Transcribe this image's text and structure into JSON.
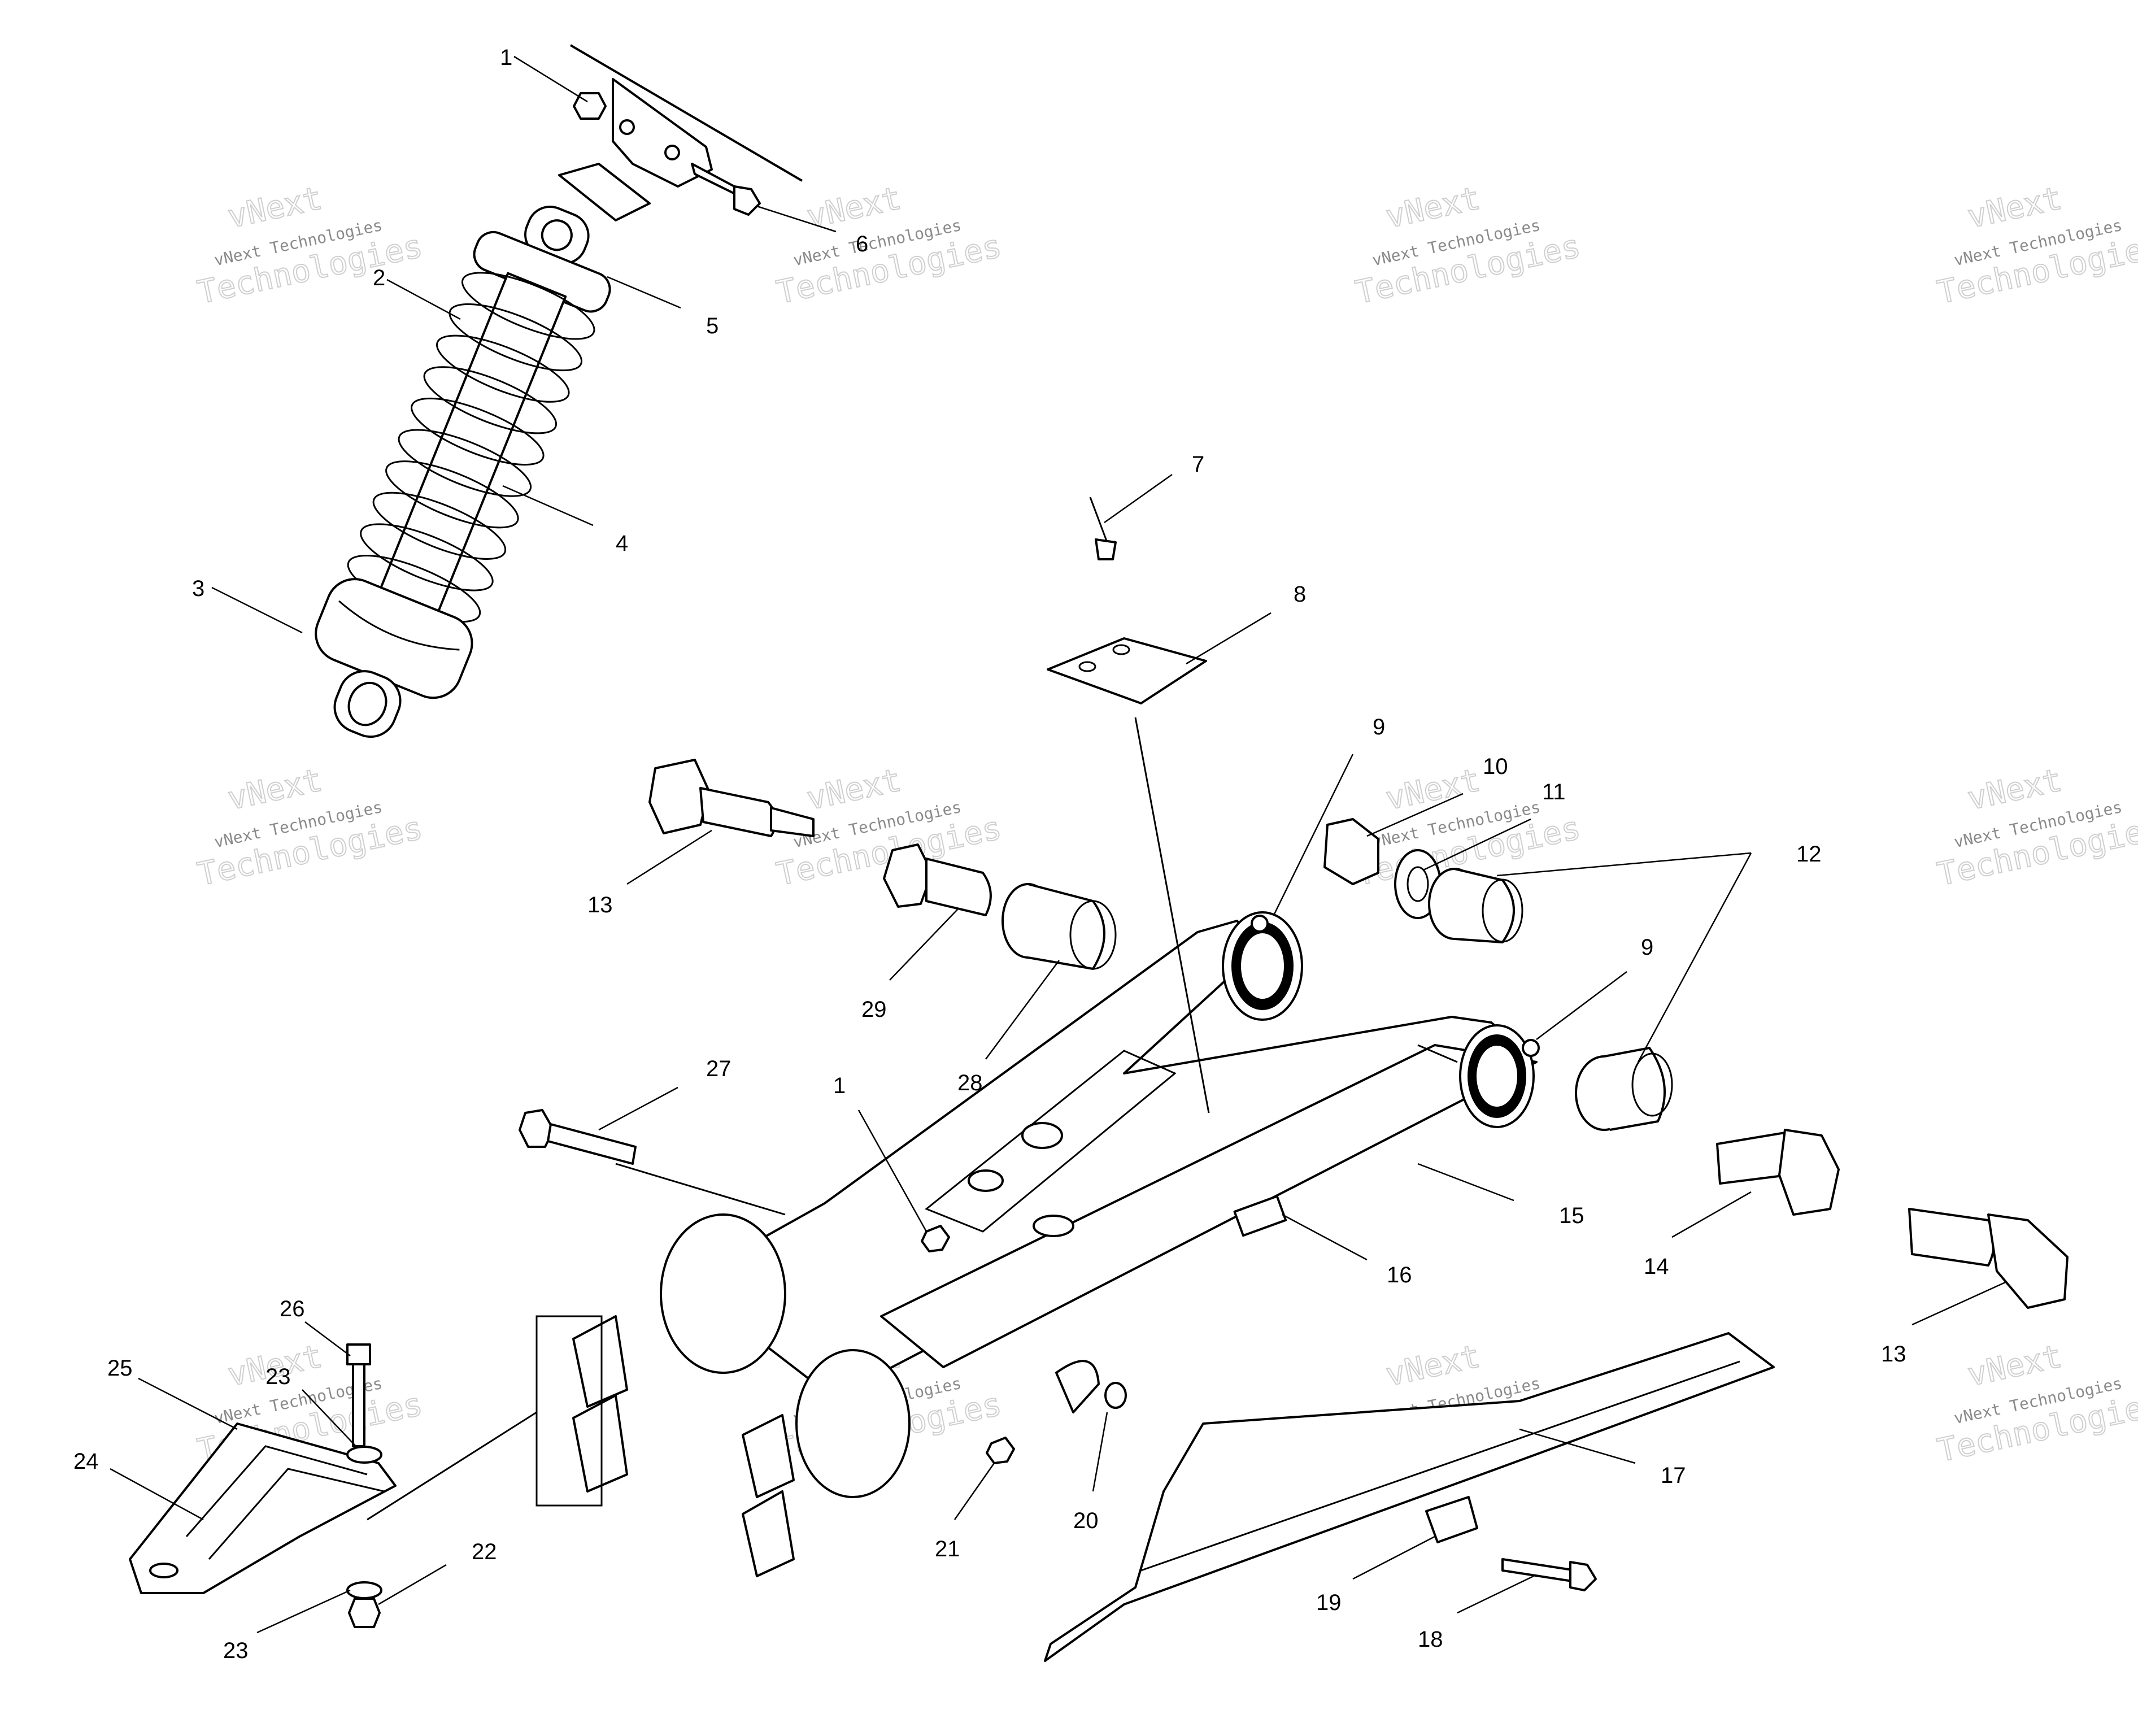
{
  "watermark": {
    "line1": "vNext",
    "line2": "vNext Technologies",
    "line3": "Technologies"
  },
  "callouts": [
    {
      "id": "c1a",
      "text": "1"
    },
    {
      "id": "c2",
      "text": "2"
    },
    {
      "id": "c3",
      "text": "3"
    },
    {
      "id": "c4",
      "text": "4"
    },
    {
      "id": "c5",
      "text": "5"
    },
    {
      "id": "c6",
      "text": "6"
    },
    {
      "id": "c7",
      "text": "7"
    },
    {
      "id": "c8",
      "text": "8"
    },
    {
      "id": "c9a",
      "text": "9"
    },
    {
      "id": "c9b",
      "text": "9"
    },
    {
      "id": "c10",
      "text": "10"
    },
    {
      "id": "c11",
      "text": "11"
    },
    {
      "id": "c12",
      "text": "12"
    },
    {
      "id": "c13a",
      "text": "13"
    },
    {
      "id": "c13b",
      "text": "13"
    },
    {
      "id": "c14",
      "text": "14"
    },
    {
      "id": "c15",
      "text": "15"
    },
    {
      "id": "c16",
      "text": "16"
    },
    {
      "id": "c17",
      "text": "17"
    },
    {
      "id": "c18",
      "text": "18"
    },
    {
      "id": "c19",
      "text": "19"
    },
    {
      "id": "c20",
      "text": "20"
    },
    {
      "id": "c21",
      "text": "21"
    },
    {
      "id": "c22",
      "text": "22"
    },
    {
      "id": "c23a",
      "text": "23"
    },
    {
      "id": "c23b",
      "text": "23"
    },
    {
      "id": "c24",
      "text": "24"
    },
    {
      "id": "c25",
      "text": "25"
    },
    {
      "id": "c26",
      "text": "26"
    },
    {
      "id": "c27",
      "text": "27"
    },
    {
      "id": "c28",
      "text": "28"
    },
    {
      "id": "c29",
      "text": "29"
    },
    {
      "id": "c1b",
      "text": "1"
    }
  ]
}
